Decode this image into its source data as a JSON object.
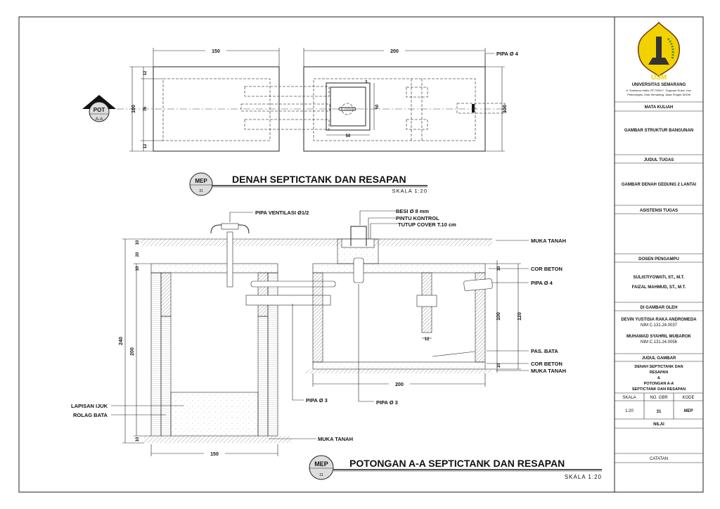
{
  "plan": {
    "title": "DENAH SEPTICTANK DAN RESAPAN",
    "scale": "SKALA   1:20",
    "badge_top": "MEP",
    "badge_bottom": "31",
    "section_marker_top": "POT",
    "section_marker_bottom": "A-A",
    "dims": {
      "left_width": "150",
      "right_width": "200",
      "left_height": "100",
      "inner_height": "76",
      "top_off": "12",
      "bottom_off": "12",
      "right_height": "100",
      "cover_w": "50",
      "cover_h": "50",
      "cover_off": "5"
    },
    "label_pipe": "PIPA Ø 4"
  },
  "section": {
    "title": "POTONGAN A-A SEPTICTANK DAN RESAPAN",
    "scale": "SKALA   1:20",
    "badge_top": "MEP",
    "badge_bottom": "31",
    "labels": {
      "vent": "PIPA VENTILASI Ø1/2",
      "besi": "BESI Ø 8 mm",
      "pintu": "PINTU KONTROL",
      "tutup": "TUTUP COVER T.10 cm",
      "muka_tanah_top": "MUKA TANAH",
      "cor_beton_top": "COR BETON",
      "pipa4": "PIPA Ø 4",
      "pas_bata": "PAS. BATA",
      "cor_beton_bottom": "COR BETON",
      "muka_tanah_bottom": "MUKA TANAH",
      "lapisan_ijuk": "LAPISAN IJUK",
      "rolag_bata": "ROLAG BATA",
      "pipa3_left": "PIPA Ø 3",
      "pipa3_right": "PIPA Ø 3",
      "muka_tanah_left": "MUKA TANAH"
    },
    "dims": {
      "d240": "240",
      "d200": "200",
      "d10a": "10",
      "d20": "20",
      "d10b": "10",
      "d10c": "10",
      "w150": "150",
      "w200": "200",
      "d10r1": "10",
      "d100": "100",
      "d120": "120",
      "d10r2": "10",
      "d12": "12"
    }
  },
  "title_block": {
    "logo_text": "USM",
    "university": "UNIVERSITAS SEMARANG",
    "address1": "Jl. Soekarno Hatta, RT.7/RW.7, Tlogosari Kulon, Kec.",
    "address2": "Pedurungan, Kota Semarang, Jawa Tengah 50196",
    "mata_kuliah_label": "MATA KULIAH",
    "mata_kuliah": "GAMBAR STRUKTUR BANGUNAN",
    "judul_tugas_label": "JUDUL TUGAS",
    "judul_tugas": "GAMBAR DENAH GEDUNG 2 LANTAI",
    "asistensi_label": "ASISTENSI TUGAS",
    "dosen_label": "DOSEN PENGAMPU",
    "dosen1": "SULISTIYOWATI, ST., M.T.",
    "dosen2": "FAIZAL MAHMUD, ST., M.T.",
    "digambar_label": "DI GAMBAR OLEH",
    "student1": "DEVIN YUSTISIA RAKA ANDROMEDA",
    "nim1": "NIM C.131.24.0037",
    "student2": "MUHAMAD SYAHRIL MUBAROK",
    "nim2": "NIM C.131.24.0056",
    "judul_gambar_label": "JUDUL GAMBAR",
    "judul_gambar1": "DENAH SEPTICTANK DAN",
    "judul_gambar2": "RESAPAN",
    "judul_gambar3": "&",
    "judul_gambar4": "POTONGAN A-A",
    "judul_gambar5": "SEPTICTANK DAN RESAPAN",
    "skala_label": "SKALA",
    "no_gbr_label": "NO. GBR",
    "kode_label": "KODE",
    "skala": "1:20",
    "no_gbr": "31",
    "kode": "MEP",
    "nilai_label": "NILAI",
    "catatan_label": "CATATAN"
  },
  "colors": {
    "logo_yellow": "#f2d100",
    "logo_green": "#3a8a2a",
    "logo_brown": "#6b3b12"
  }
}
